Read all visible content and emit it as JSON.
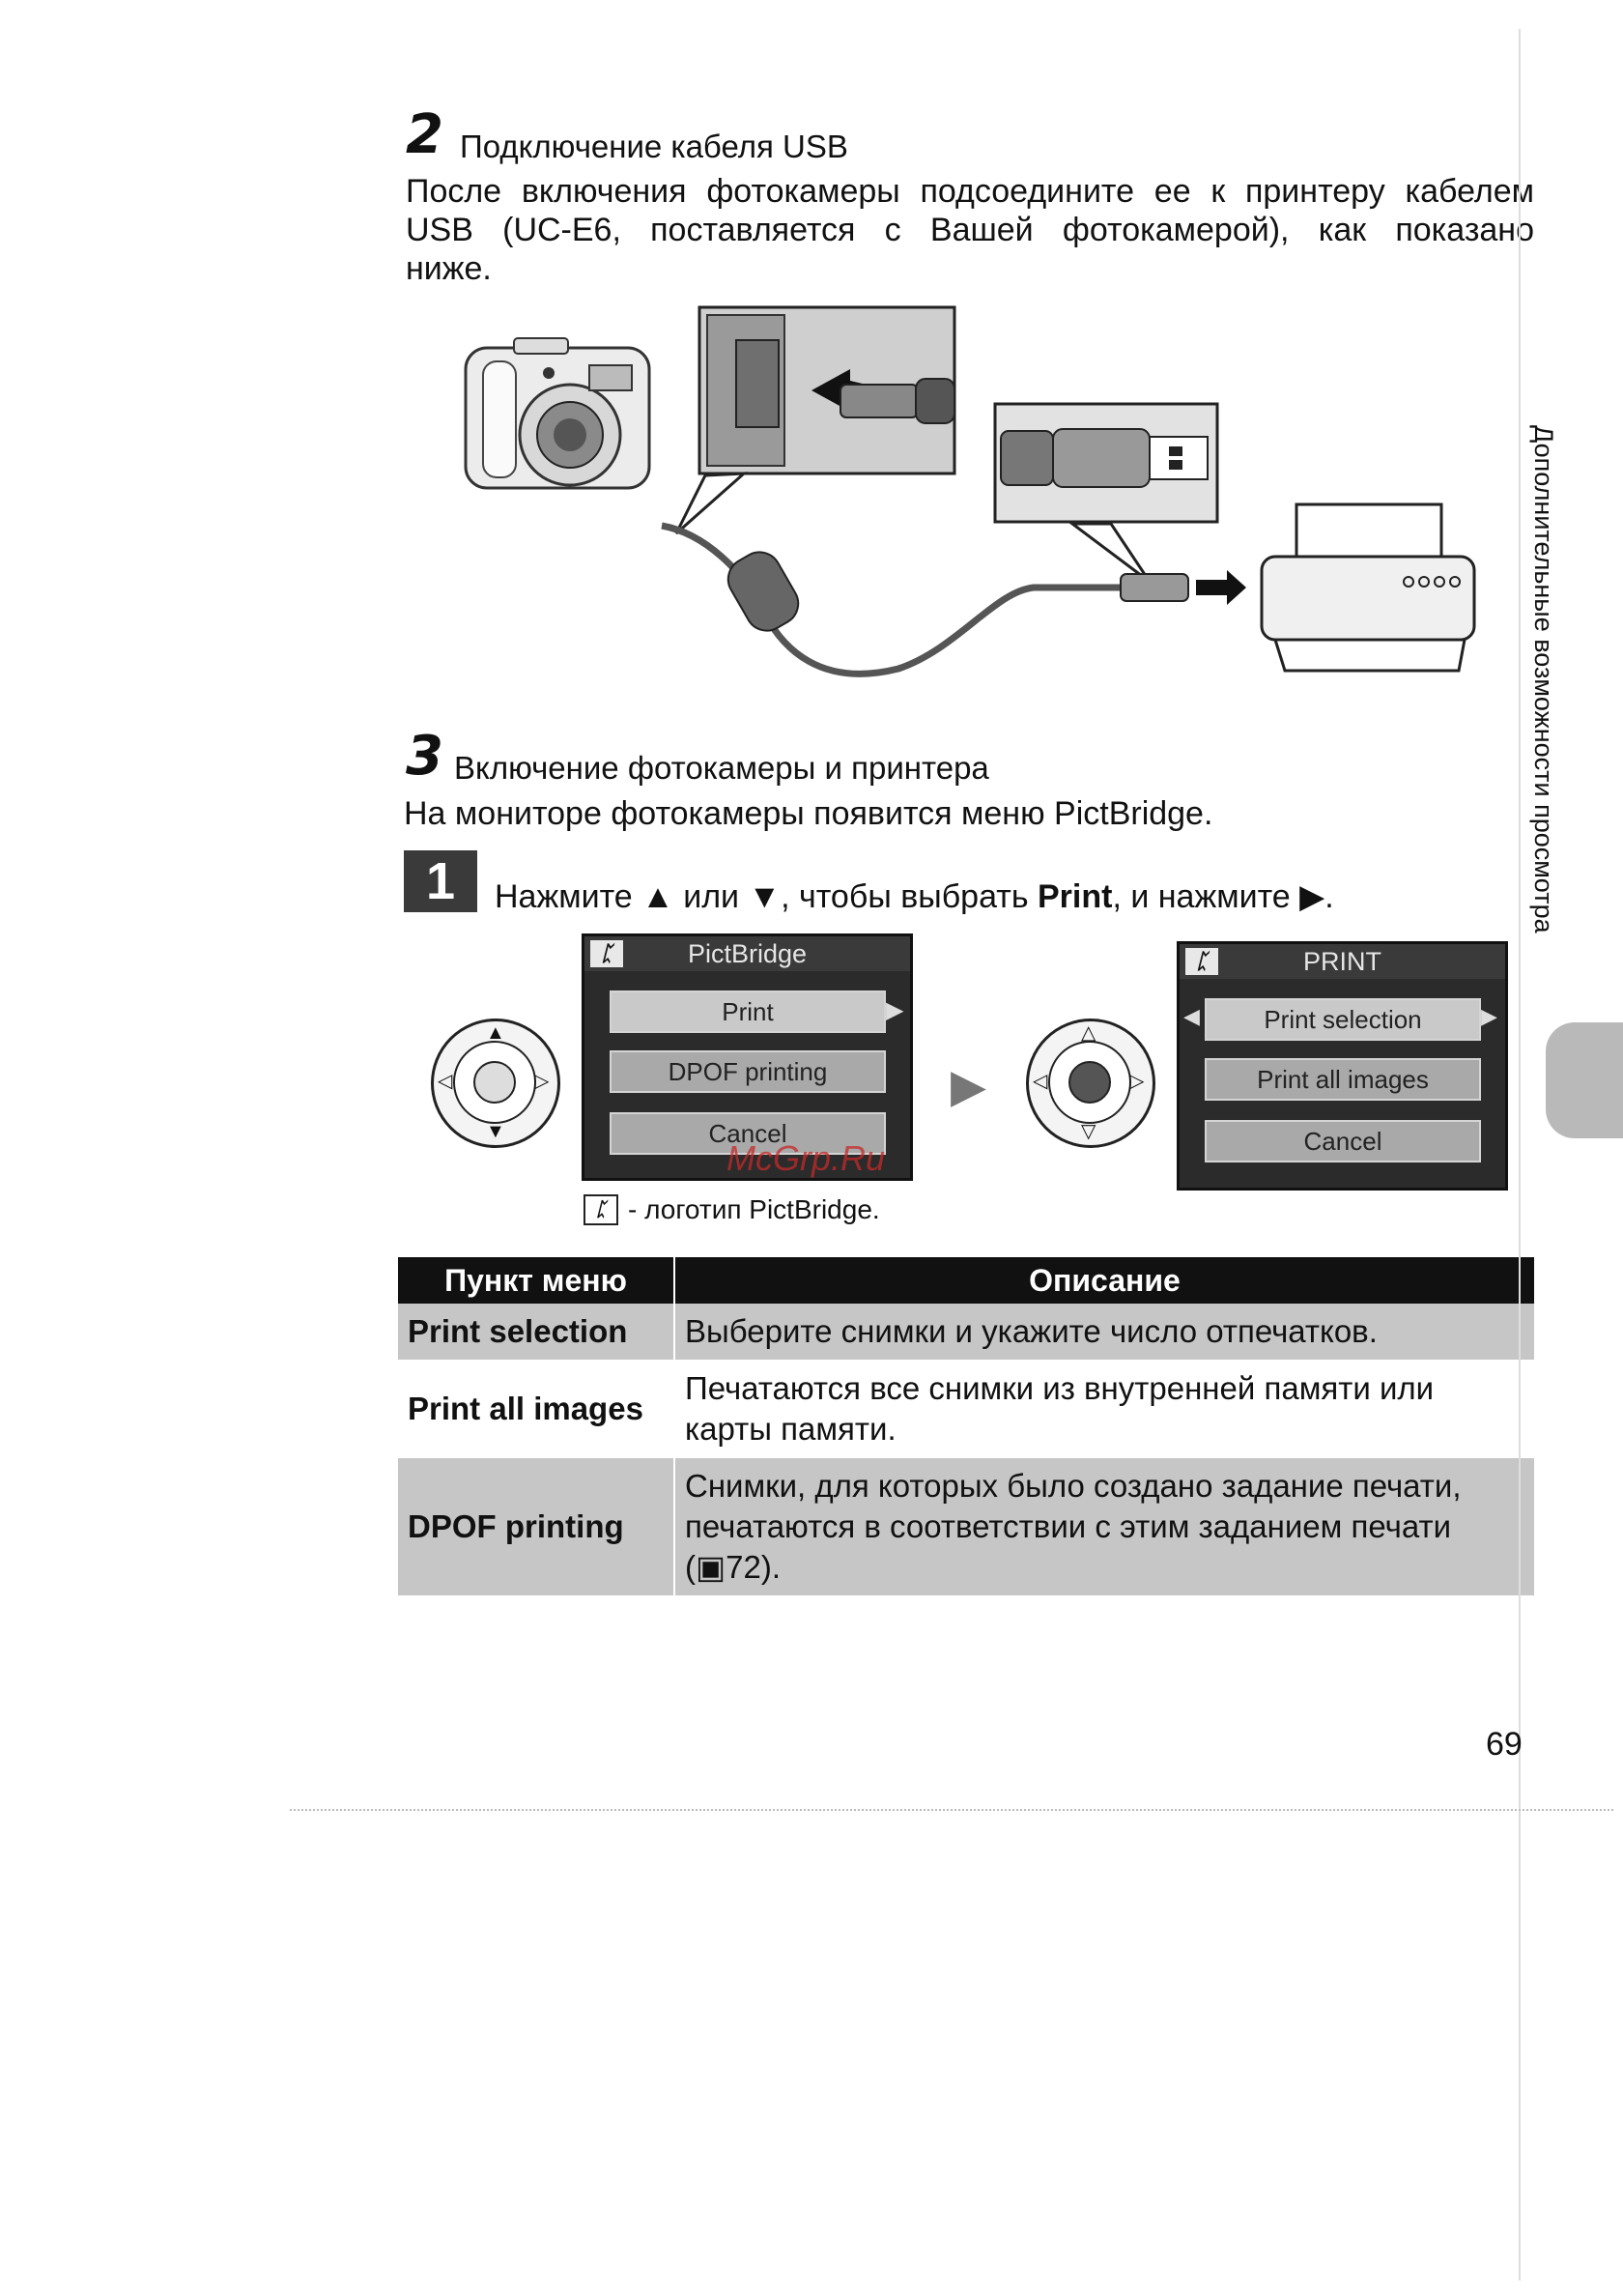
{
  "step2": {
    "number": "2",
    "title": "Подключение кабеля USB",
    "line1": "После включения фотокамеры подсоедините ее к принтеру кабелем",
    "line2": "USB (UC-E6, поставляется с Вашей фотокамерой), как показано",
    "line3": "ниже."
  },
  "step3": {
    "number": "3",
    "title": "Включение фотокамеры и принтера",
    "body": "На мониторе фотокамеры появится меню PictBridge."
  },
  "substep": {
    "number": "1",
    "text_before": "Нажмите ▲ или ▼, чтобы выбрать ",
    "bold": "Print",
    "text_after": ", и нажмите ▶."
  },
  "screen1": {
    "logo": "ᛈ",
    "title": "PictBridge",
    "items": [
      "Print",
      "DPOF printing",
      "Cancel"
    ]
  },
  "screen2": {
    "logo": "ᛈ",
    "title": "PRINT",
    "items": [
      "Print selection",
      "Print all images",
      "Cancel"
    ]
  },
  "caption": "- логотип PictBridge.",
  "table": {
    "headers": [
      "Пункт меню",
      "Описание"
    ],
    "rows": [
      {
        "item": "Print selection",
        "desc": "Выберите снимки и укажите число отпечатков."
      },
      {
        "item": "Print all images",
        "desc": "Печатаются все снимки из внутренней памяти или карты памяти."
      },
      {
        "item": "DPOF printing",
        "desc": "Снимки, для которых было создано задание печати, печатаются в соответствии с этим заданием печати (▣72)."
      }
    ]
  },
  "side_tab": "Дополнительные возможности просмотра",
  "page_number": "69",
  "watermark": "McGrp.Ru"
}
